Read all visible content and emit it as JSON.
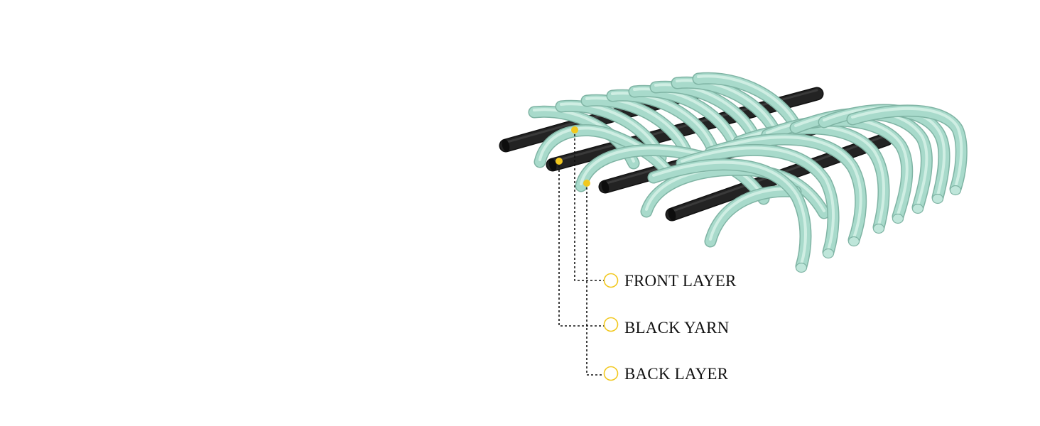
{
  "legend": {
    "items": [
      {
        "id": "front",
        "label": "FRONT LAYER"
      },
      {
        "id": "black",
        "label": "BLACK YARN"
      },
      {
        "id": "back",
        "label": "BACK LAYER"
      }
    ]
  },
  "colors": {
    "background": "#ffffff",
    "front_yarn": "#a8dacb",
    "front_yarn_highlight": "#d6f1e8",
    "front_yarn_shade": "#7fb4a4",
    "black_yarn": "#232323",
    "black_yarn_highlight": "#4a4a4a",
    "marker": "#f2c81e",
    "leader_line": "#111111"
  }
}
